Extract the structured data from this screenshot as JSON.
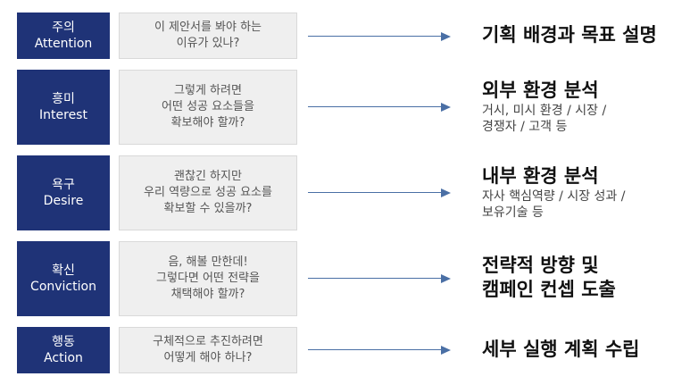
{
  "rows": [
    {
      "stage_ko": "주의",
      "stage_en": "Attention",
      "question": [
        "이 제안서를 봐야 하는",
        "이유가 있나?"
      ],
      "result_main": [
        "기획 배경과 목표 설명"
      ],
      "result_sub": []
    },
    {
      "stage_ko": "흥미",
      "stage_en": "Interest",
      "question": [
        "그렇게 하려면",
        "어떤 성공 요소들을",
        "확보해야 할까?"
      ],
      "result_main": [
        "외부 환경 분석"
      ],
      "result_sub": [
        "거시, 미시 환경 / 시장 /",
        "경쟁자 / 고객 등"
      ]
    },
    {
      "stage_ko": "욕구",
      "stage_en": "Desire",
      "question": [
        "괜찮긴 하지만",
        "우리 역량으로 성공 요소를",
        "확보할 수 있을까?"
      ],
      "result_main": [
        "내부 환경 분석"
      ],
      "result_sub": [
        "자사 핵심역량 / 시장 성과 /",
        "보유기술 등"
      ]
    },
    {
      "stage_ko": "확신",
      "stage_en": "Conviction",
      "question": [
        "음, 해볼 만한데!",
        "그렇다면 어떤 전략을",
        "채택해야 할까?"
      ],
      "result_main": [
        "전략적 방향 및",
        "캠페인 컨셉 도출"
      ],
      "result_sub": []
    },
    {
      "stage_ko": "행동",
      "stage_en": "Action",
      "question": [
        "구체적으로 추진하려면",
        "어떻게 해야 하나?"
      ],
      "result_main": [
        "세부 실행 계획 수립"
      ],
      "result_sub": []
    }
  ],
  "colors": {
    "stage_bg": "#1f3377",
    "stage_text": "#ffffff",
    "question_bg": "#efefef",
    "question_border": "#d9d9d9",
    "arrow": "#4a6fa5",
    "result_text": "#111111"
  }
}
